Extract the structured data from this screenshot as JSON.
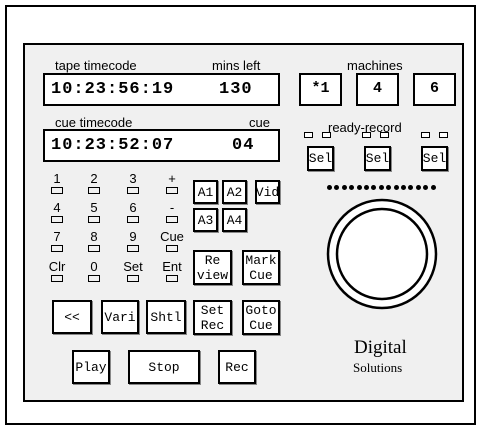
{
  "tape": {
    "label": "tape timecode",
    "mins_label": "mins left",
    "timecode": "10:23:56:19",
    "mins": "130"
  },
  "cue": {
    "label": "cue timecode",
    "cue_label": "cue",
    "timecode": "10:23:52:07",
    "value": "04"
  },
  "machines": {
    "label": "machines",
    "ready_label": "ready-record",
    "items": [
      {
        "name": "*1",
        "sel": "Sel"
      },
      {
        "name": "4",
        "sel": "Sel"
      },
      {
        "name": "6",
        "sel": "Sel"
      }
    ]
  },
  "keypad": [
    "1",
    "2",
    "3",
    "+",
    "4",
    "5",
    "6",
    "-",
    "7",
    "8",
    "9",
    "Cue",
    "Clr",
    "0",
    "Set",
    "Ent"
  ],
  "audio": {
    "a1": "A1",
    "a2": "A2",
    "vid": "Vid",
    "a3": "A3",
    "a4": "A4"
  },
  "edit": {
    "review": [
      "Re",
      "view"
    ],
    "mark_cue": [
      "Mark",
      "Cue"
    ],
    "set_rec": [
      "Set",
      "Rec"
    ],
    "goto_cue": [
      "Goto",
      "Cue"
    ]
  },
  "transport": {
    "rewind": "<<",
    "vari": "Vari",
    "shtl": "Shtl",
    "play": "Play",
    "stop": "Stop",
    "rec": "Rec"
  },
  "brand": {
    "line1": "Digital",
    "line2": "Solutions"
  }
}
